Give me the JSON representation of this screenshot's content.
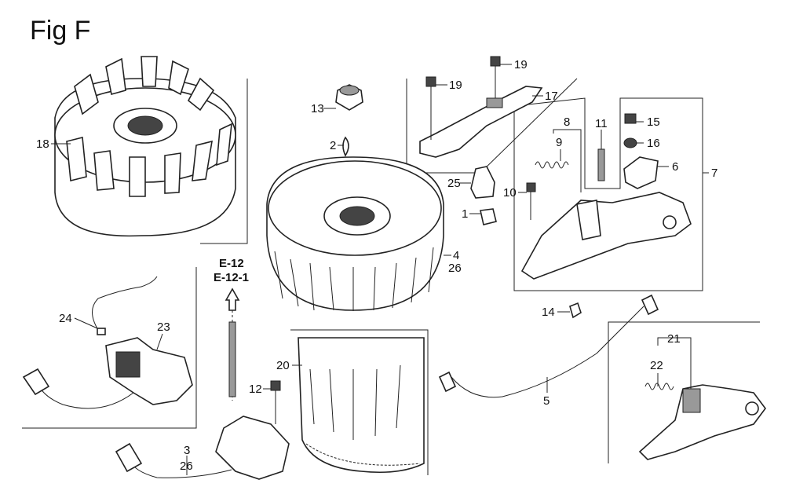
{
  "figure": {
    "title": "Fig F"
  },
  "reference": {
    "line1": "E-12",
    "line2": "E-12-1"
  },
  "callouts": [
    {
      "id": "c1",
      "text": "1"
    },
    {
      "id": "c2",
      "text": "2"
    },
    {
      "id": "c3",
      "text": "3"
    },
    {
      "id": "c3b",
      "text": "26"
    },
    {
      "id": "c4",
      "text": "4"
    },
    {
      "id": "c4b",
      "text": "26"
    },
    {
      "id": "c5",
      "text": "5"
    },
    {
      "id": "c6",
      "text": "6"
    },
    {
      "id": "c7",
      "text": "7"
    },
    {
      "id": "c8",
      "text": "8"
    },
    {
      "id": "c9",
      "text": "9"
    },
    {
      "id": "c10",
      "text": "10"
    },
    {
      "id": "c11",
      "text": "11"
    },
    {
      "id": "c12",
      "text": "12"
    },
    {
      "id": "c13",
      "text": "13"
    },
    {
      "id": "c14",
      "text": "14"
    },
    {
      "id": "c15",
      "text": "15"
    },
    {
      "id": "c16",
      "text": "16"
    },
    {
      "id": "c17",
      "text": "17"
    },
    {
      "id": "c18",
      "text": "18"
    },
    {
      "id": "c19a",
      "text": "19"
    },
    {
      "id": "c19b",
      "text": "19"
    },
    {
      "id": "c20",
      "text": "20"
    },
    {
      "id": "c21",
      "text": "21"
    },
    {
      "id": "c22",
      "text": "22"
    },
    {
      "id": "c23",
      "text": "23"
    },
    {
      "id": "c24",
      "text": "24"
    },
    {
      "id": "c25",
      "text": "25"
    }
  ]
}
